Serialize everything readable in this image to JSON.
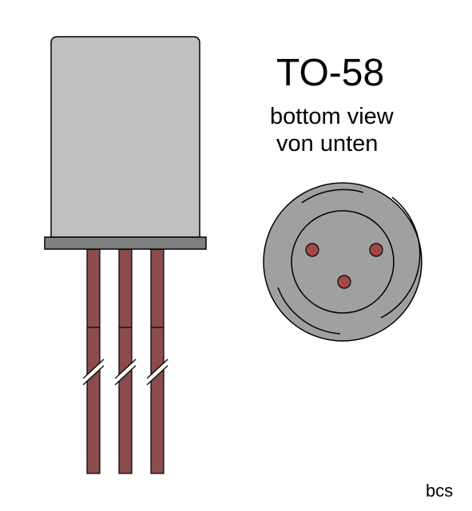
{
  "package": {
    "title": "TO-58",
    "view_line_1": "bottom view",
    "view_line_2": "von unten"
  },
  "credit": "bcs",
  "colors": {
    "can_body": "#c0c0c0",
    "flange": "#808080",
    "lead": "#8b4c4c",
    "base_disc": "#a0a0a0",
    "pin": "#a04848",
    "outline": "#000000",
    "background": "#ffffff"
  },
  "lead_count": 3,
  "pin_count": 3
}
